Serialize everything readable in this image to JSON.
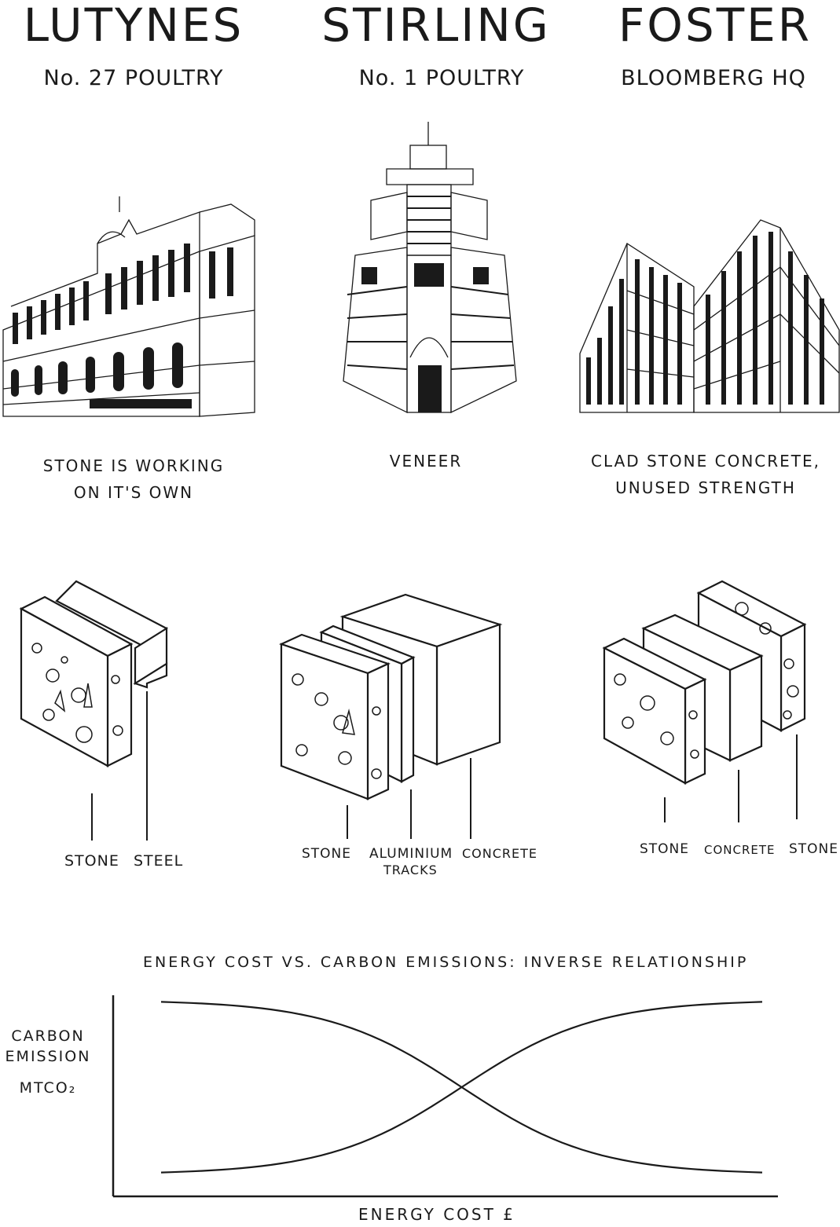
{
  "columns": [
    {
      "architect": "LUTYNES",
      "building": "No. 27 POULTRY",
      "note": [
        "STONE IS WORKING",
        "ON IT'S OWN"
      ],
      "layers": [
        "STONE",
        "STEEL"
      ]
    },
    {
      "architect": "STIRLING",
      "building": "No. 1 POULTRY",
      "note": [
        "VENEER"
      ],
      "layers": [
        "STONE",
        "ALUMINIUM",
        "TRACKS",
        "CONCRETE"
      ]
    },
    {
      "architect": "FOSTER",
      "building": "BLOOMBERG HQ",
      "note": [
        "CLAD STONE  CONCRETE,",
        "UNUSED  STRENGTH"
      ],
      "layers": [
        "STONE",
        "CONCRETE",
        "STONE"
      ]
    }
  ],
  "chart": {
    "title": "ENERGY COST  VS. CARBON EMISSIONS:  INVERSE  RELATIONSHIP",
    "ylabel": [
      "CARBON",
      "EMISSION",
      "MTCO₂"
    ],
    "xlabel": "ENERGY  COST  £",
    "ink_color": "#1a1a1a"
  },
  "chart_data": {
    "type": "line",
    "title": "ENERGY COST  VS. CARBON EMISSIONS:  INVERSE  RELATIONSHIP",
    "xlabel": "ENERGY  COST  £",
    "ylabel": "CARBON EMISSION MTCO₂",
    "series": [
      {
        "shape": "decreasing sigmoid",
        "start": "high",
        "end": "low"
      },
      {
        "shape": "increasing sigmoid",
        "start": "low",
        "end": "high"
      }
    ],
    "grid": false
  }
}
